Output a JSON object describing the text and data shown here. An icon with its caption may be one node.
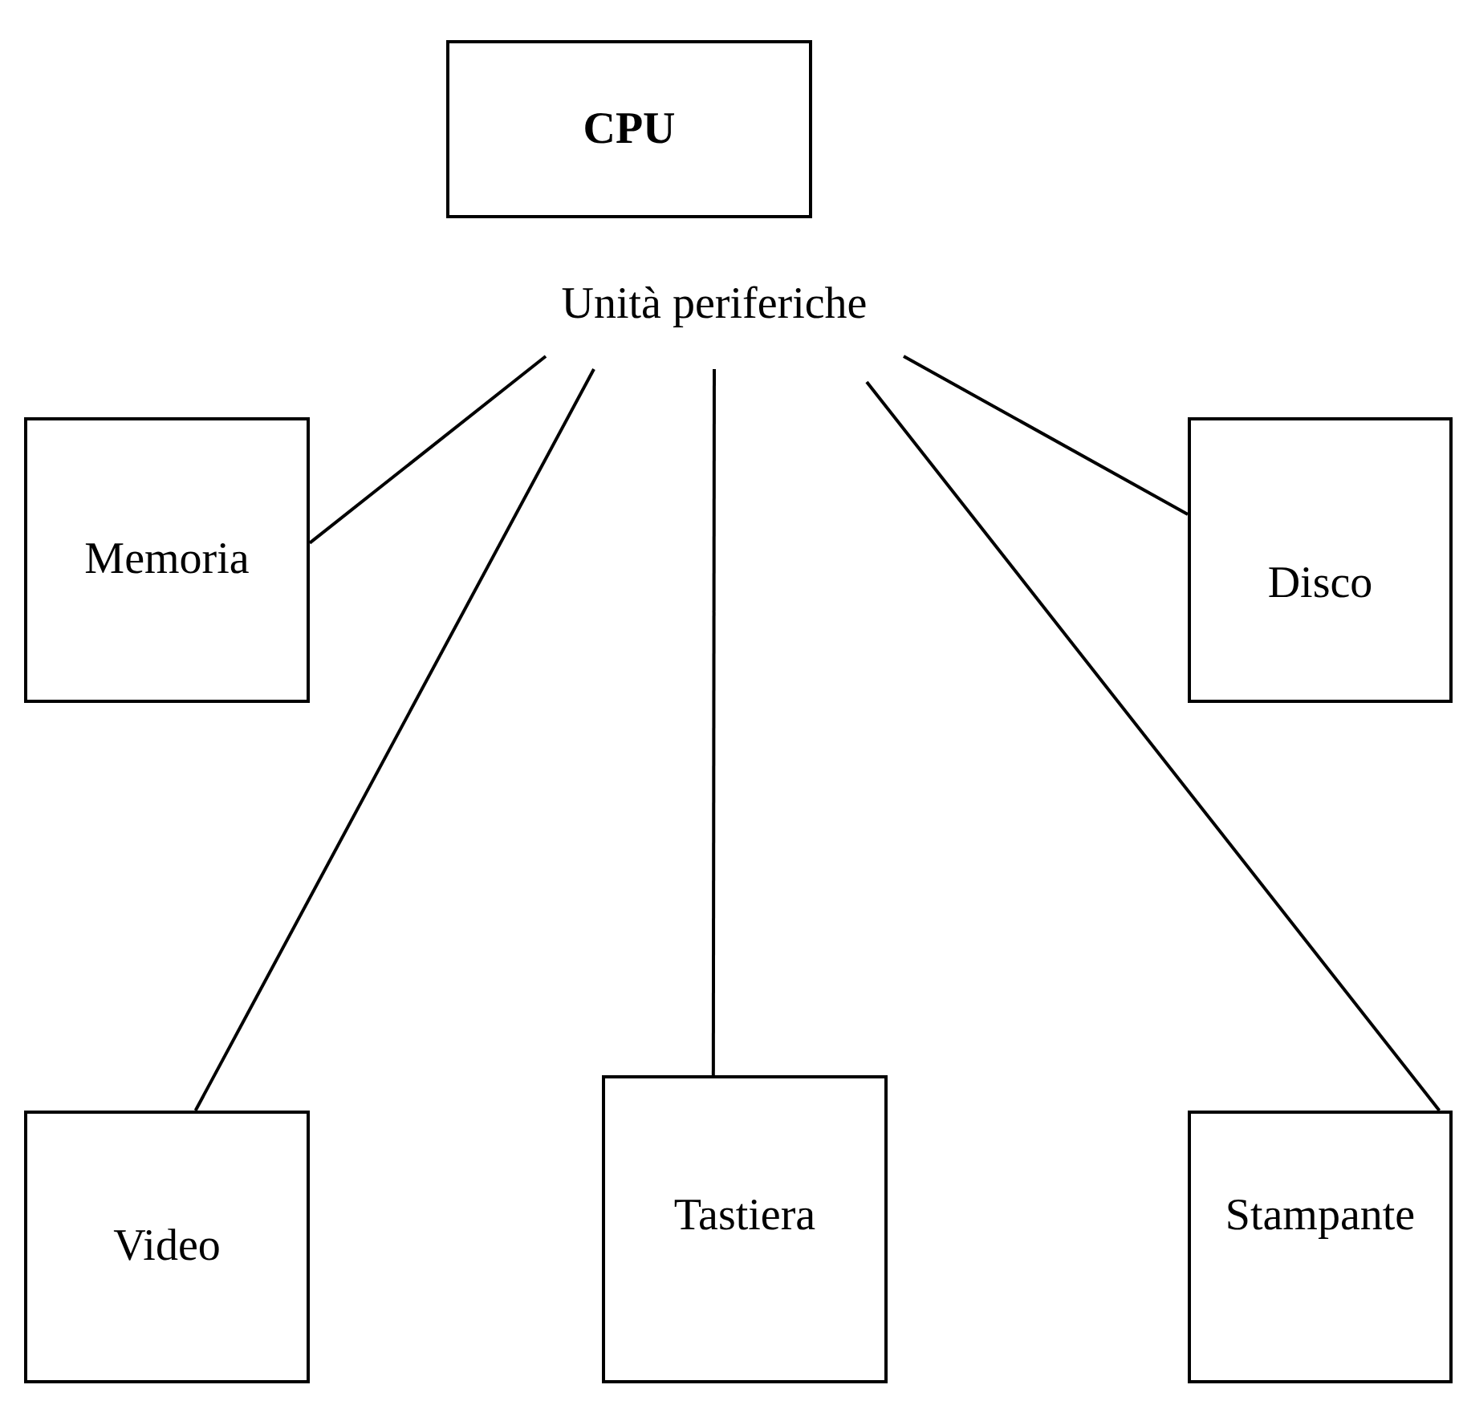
{
  "diagram": {
    "nodes": [
      {
        "text": [
          "CPU"
        ]
      },
      {
        "text": [
          "Unità periferiche"
        ]
      },
      {
        "text": [
          "Memoria"
        ]
      },
      {
        "text": [
          "Disco"
        ]
      },
      {
        "text": [
          "Video"
        ]
      },
      {
        "text": [
          "Tastiera"
        ]
      },
      {
        "text": [
          "Stampante"
        ]
      }
    ],
    "edges": [
      {
        "from": 1,
        "to": 2,
        "arrow": "none"
      },
      {
        "from": 1,
        "to": 4,
        "arrow": "none"
      },
      {
        "from": 1,
        "to": 5,
        "arrow": "none"
      },
      {
        "from": 1,
        "to": 6,
        "arrow": "none"
      },
      {
        "from": 1,
        "to": 3,
        "arrow": "none"
      }
    ]
  }
}
